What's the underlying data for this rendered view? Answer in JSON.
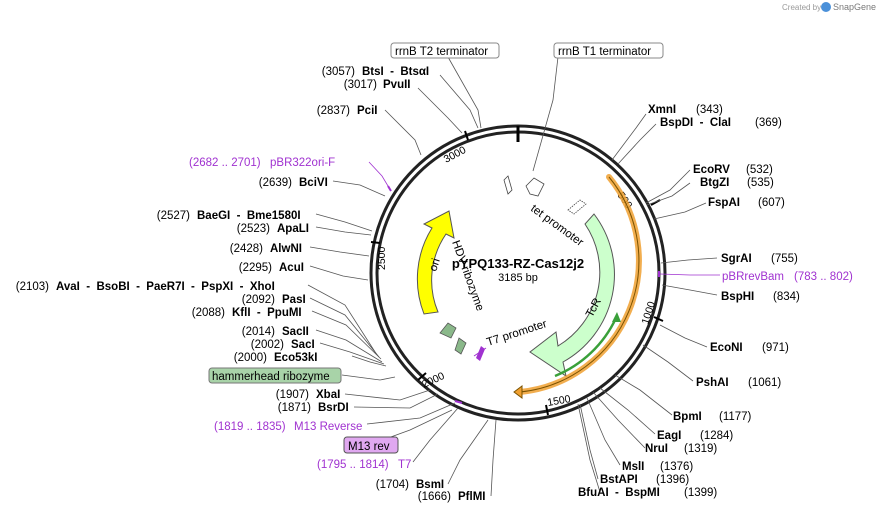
{
  "credit": {
    "prefix": "Created by",
    "brand": "SnapGene"
  },
  "plasmid": {
    "name": "pYPQ133-RZ-Cas12j2",
    "length": "3185 bp"
  },
  "ticks": [
    "500",
    "1000",
    "1500",
    "2000",
    "2500",
    "3000"
  ],
  "boxed_labels": {
    "rrnb_t2": "rrnB T2 terminator",
    "rrnb_t1": "rrnB T1 terminator",
    "hammerhead": "hammerhead ribozyme",
    "m13rev": "M13 rev"
  },
  "features": {
    "ori": "ori",
    "hdv": "HDV ribozyme",
    "tet": "tet promoter",
    "tcr": "TcR",
    "t7": "T7 promoter"
  },
  "sites_right": [
    {
      "name": "XmnI",
      "pos": "(343)"
    },
    {
      "name": "BspDI  -  ClaI",
      "pos": "(369)"
    },
    {
      "name": "EcoRV",
      "pos": "(532)"
    },
    {
      "name": "BtgZI",
      "pos": "(535)"
    },
    {
      "name": "FspAI",
      "pos": "(607)"
    },
    {
      "name": "SgrAI",
      "pos": "(755)"
    },
    {
      "name": "BspHI",
      "pos": "(834)"
    },
    {
      "name": "EcoNI",
      "pos": "(971)"
    },
    {
      "name": "PshAI",
      "pos": "(1061)"
    },
    {
      "name": "BpmI",
      "pos": "(1177)"
    },
    {
      "name": "EagI",
      "pos": "(1284)"
    },
    {
      "name": "NruI",
      "pos": "(1319)"
    },
    {
      "name": "MslI",
      "pos": "(1376)"
    },
    {
      "name": "BstAPI",
      "pos": "(1396)"
    },
    {
      "name": "BfuAI  -  BspMI",
      "pos": "(1399)"
    }
  ],
  "sites_left": [
    {
      "name": "BtsI  -  BtsαI",
      "pos": "(3057)"
    },
    {
      "name": "PvuII",
      "pos": "(3017)"
    },
    {
      "name": "PciI",
      "pos": "(2837)"
    },
    {
      "name": "BciVI",
      "pos": "(2639)"
    },
    {
      "name": "BaeGI  -  Bme1580I",
      "pos": "(2527)"
    },
    {
      "name": "ApaLI",
      "pos": "(2523)"
    },
    {
      "name": "AlwNI",
      "pos": "(2428)"
    },
    {
      "name": "AcuI",
      "pos": "(2295)"
    },
    {
      "name": "AvaI  -  BsoBI  -  PaeR7I  -  PspXI  -  XhoI",
      "pos": "(2103)"
    },
    {
      "name": "PasI",
      "pos": "(2092)"
    },
    {
      "name": "KflI  -  PpuMI",
      "pos": "(2088)"
    },
    {
      "name": "SacII",
      "pos": "(2014)"
    },
    {
      "name": "SacI",
      "pos": "(2002)"
    },
    {
      "name": "Eco53kI",
      "pos": "(2000)"
    },
    {
      "name": "XbaI",
      "pos": "(1907)"
    },
    {
      "name": "BsrDI",
      "pos": "(1871)"
    },
    {
      "name": "BsmI",
      "pos": "(1704)"
    },
    {
      "name": "PflMI",
      "pos": "(1666)"
    }
  ],
  "primers": {
    "pbr322ori": {
      "pos": "(2682 .. 2701)",
      "name": "pBR322ori-F"
    },
    "pbrrevbam": {
      "name": "pBRrevBam",
      "pos": "(783 .. 802)"
    },
    "m13reverse": {
      "pos": "(1819 .. 1835)",
      "name": "M13 Reverse"
    },
    "t7": {
      "pos": "(1795 .. 1814)",
      "name": "T7"
    }
  },
  "colors": {
    "backbone": "#222222",
    "ori": "#ffff00",
    "tcr": "#ccffcc",
    "hammerhead": "#a8d3a8",
    "m13rev_box": "#e0a8f0",
    "primer": "#a032d0",
    "orange": "#f0a030",
    "green": "#3aa03a"
  }
}
